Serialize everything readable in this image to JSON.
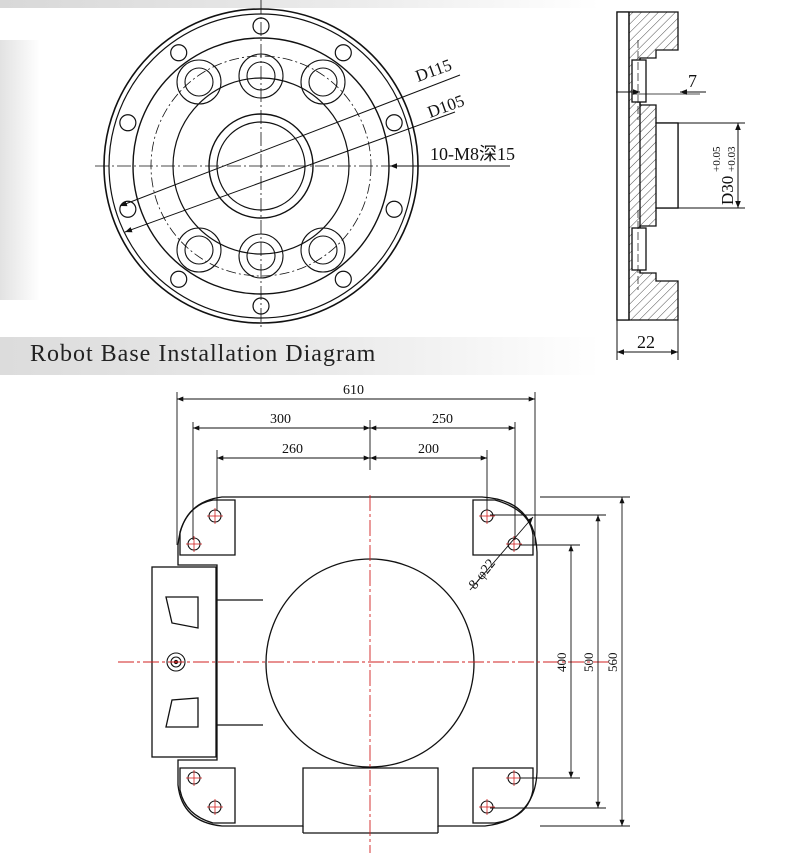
{
  "top_flange": {
    "labels": {
      "outer_dia": "D115",
      "inner_dia": "D105",
      "holes": "10-M8深15"
    }
  },
  "side_section": {
    "labels": {
      "depth": "7",
      "bore_dia": "D30",
      "tol_upper": "+0.05",
      "tol_lower": "+0.03",
      "thickness": "22"
    }
  },
  "base": {
    "title": "Robot Base Installation Diagram",
    "dims": {
      "overall_width": "610",
      "left_outer": "300",
      "right_outer": "250",
      "left_inner": "260",
      "right_inner": "200",
      "hole_spec": "8-φ22",
      "height_inner": "400",
      "height_mid": "500",
      "height_outer": "560"
    }
  },
  "colors": {
    "line": "#1a1a1a",
    "centerline": "#d22020",
    "banner": "#e3e3e3"
  }
}
